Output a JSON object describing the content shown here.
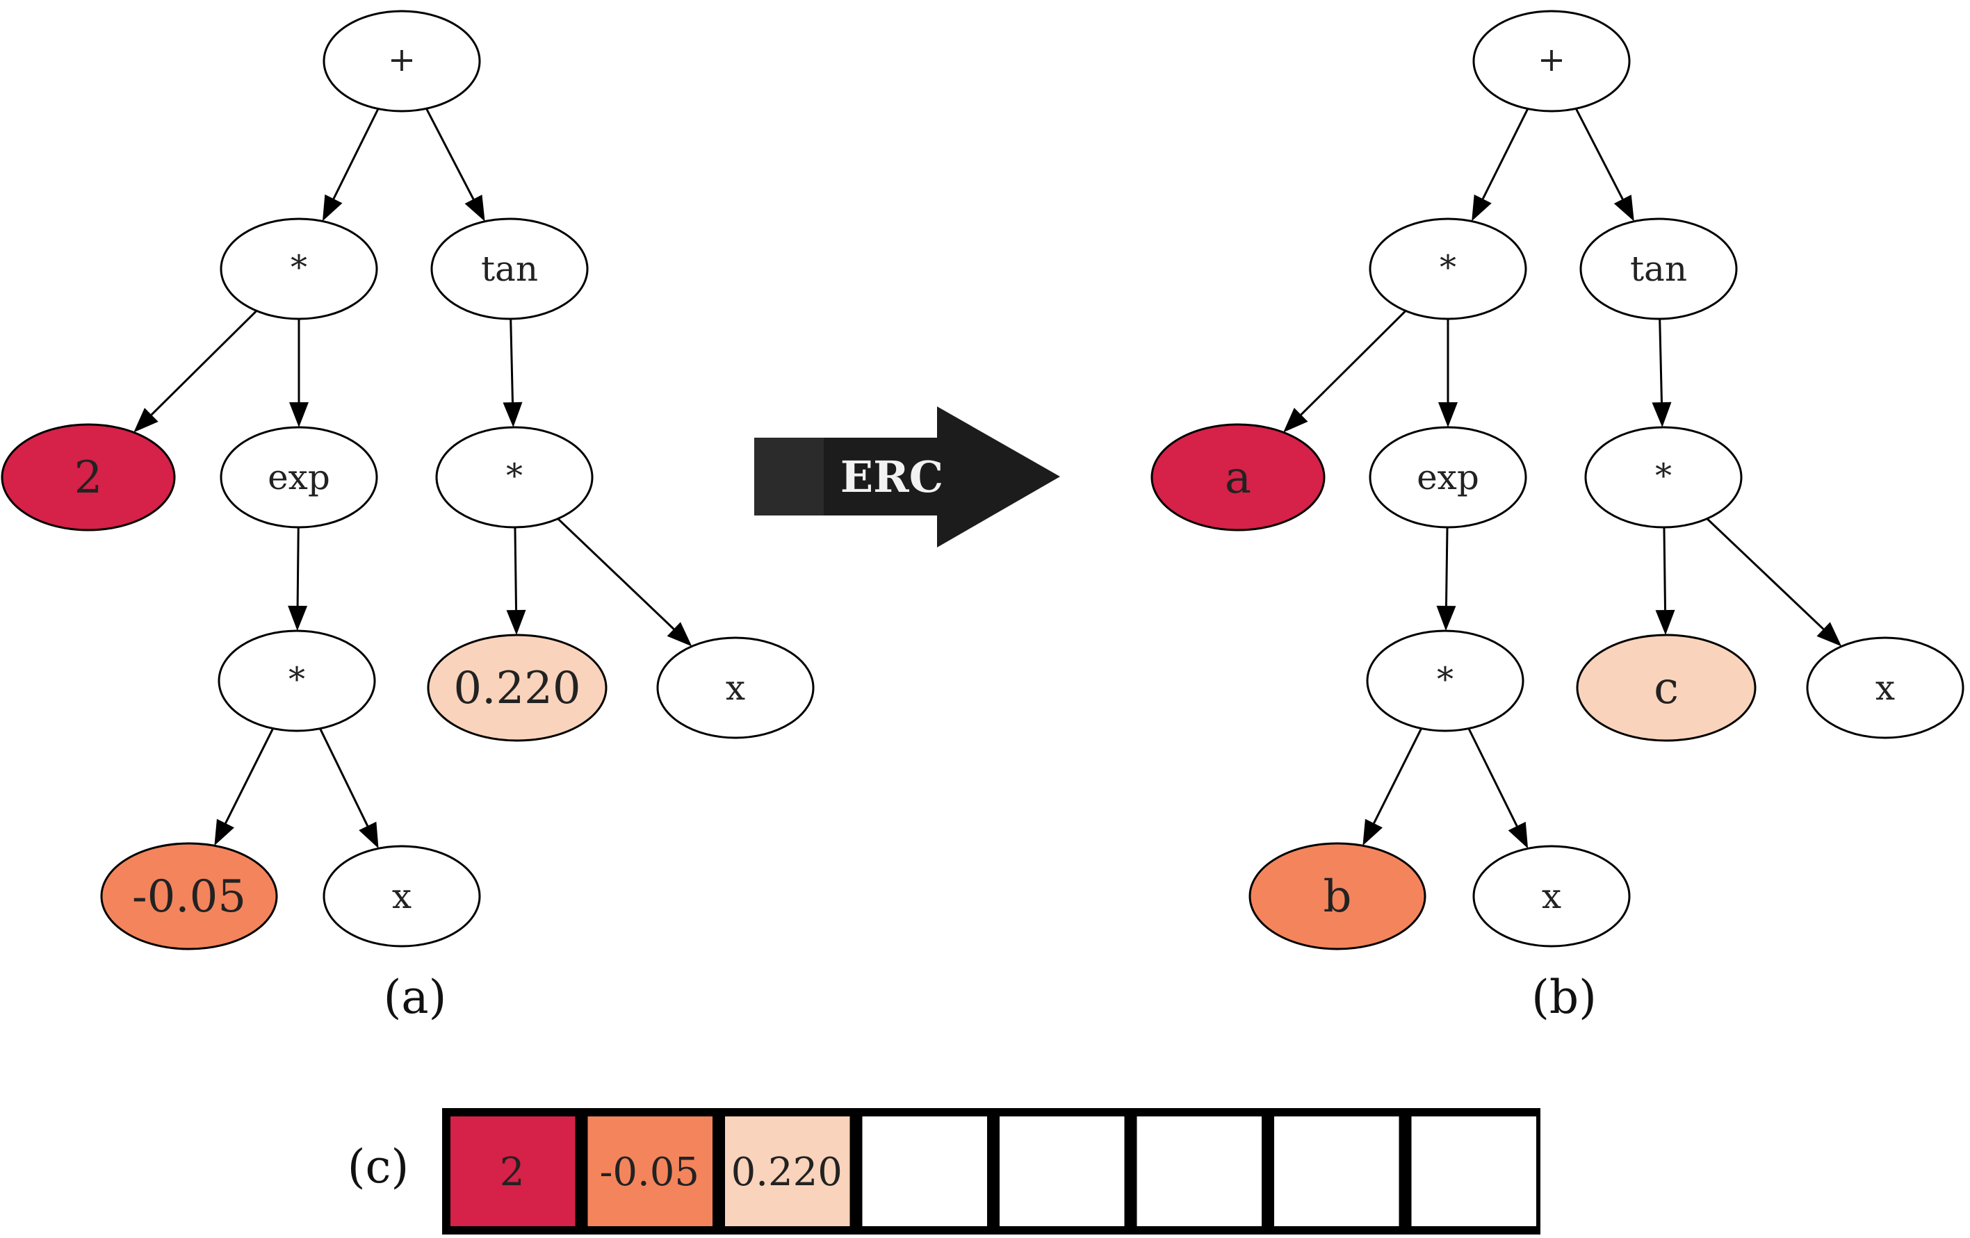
{
  "colors": {
    "red": "#d62148",
    "orange": "#f4845c",
    "peach": "#f9d3bb",
    "white": "#ffffff",
    "stroke": "#000000",
    "arrow_dark": "#1c1c1c",
    "arrow_shaft": "#2b2b2b"
  },
  "tree_a": {
    "caption": "(a)",
    "nodes": [
      {
        "id": "a_plus",
        "label": "+",
        "fill": "white"
      },
      {
        "id": "a_mul1",
        "label": "*",
        "fill": "white"
      },
      {
        "id": "a_tan",
        "label": "tan",
        "fill": "white"
      },
      {
        "id": "a_const2",
        "label": "2",
        "fill": "red"
      },
      {
        "id": "a_exp",
        "label": "exp",
        "fill": "white"
      },
      {
        "id": "a_mul3",
        "label": "*",
        "fill": "white"
      },
      {
        "id": "a_mul2",
        "label": "*",
        "fill": "white"
      },
      {
        "id": "a_c0220",
        "label": "0.220",
        "fill": "peach"
      },
      {
        "id": "a_x1",
        "label": "x",
        "fill": "white"
      },
      {
        "id": "a_cneg",
        "label": "-0.05",
        "fill": "orange"
      },
      {
        "id": "a_x2",
        "label": "x",
        "fill": "white"
      }
    ]
  },
  "tree_b": {
    "caption": "(b)",
    "nodes": [
      {
        "id": "b_plus",
        "label": "+",
        "fill": "white"
      },
      {
        "id": "b_mul1",
        "label": "*",
        "fill": "white"
      },
      {
        "id": "b_tan",
        "label": "tan",
        "fill": "white"
      },
      {
        "id": "b_a",
        "label": "a",
        "fill": "red"
      },
      {
        "id": "b_exp",
        "label": "exp",
        "fill": "white"
      },
      {
        "id": "b_mul3",
        "label": "*",
        "fill": "white"
      },
      {
        "id": "b_mul2",
        "label": "*",
        "fill": "white"
      },
      {
        "id": "b_c",
        "label": "c",
        "fill": "peach"
      },
      {
        "id": "b_x1",
        "label": "x",
        "fill": "white"
      },
      {
        "id": "b_b",
        "label": "b",
        "fill": "orange"
      },
      {
        "id": "b_x2",
        "label": "x",
        "fill": "white"
      }
    ]
  },
  "transform_arrow": {
    "label": "ERC"
  },
  "array_c": {
    "caption": "(c)",
    "cells": [
      {
        "label": "2",
        "fill": "red"
      },
      {
        "label": "-0.05",
        "fill": "orange"
      },
      {
        "label": "0.220",
        "fill": "peach"
      },
      {
        "label": "",
        "fill": "white"
      },
      {
        "label": "",
        "fill": "white"
      },
      {
        "label": "",
        "fill": "white"
      },
      {
        "label": "",
        "fill": "white"
      },
      {
        "label": "",
        "fill": "white"
      }
    ]
  }
}
